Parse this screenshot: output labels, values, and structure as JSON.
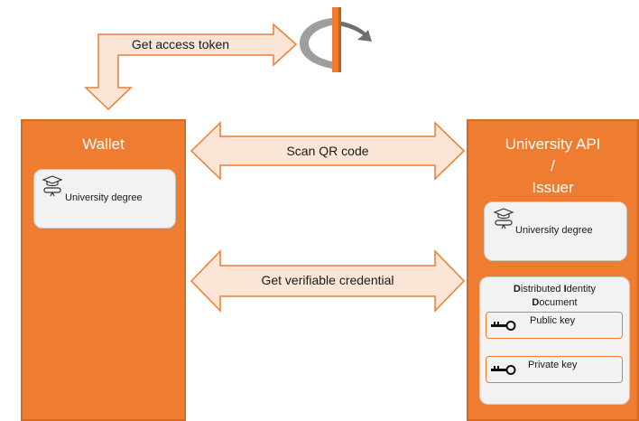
{
  "colors": {
    "accent": "#ee7d31",
    "card": "#f2f2f2",
    "arrow_fill": "#fbe5d6"
  },
  "top": {
    "access_token_label": "Get access token",
    "logo_icon": "openid-logo-icon"
  },
  "wallet": {
    "title": "Wallet",
    "card_label": "University degree"
  },
  "middle": {
    "scan_label": "Scan QR code",
    "credential_label": "Get verifiable credential"
  },
  "issuer": {
    "title_line1": "University API",
    "title_line2": "/",
    "title_line3": "Issuer",
    "card_label": "University degree",
    "did": {
      "word1_initial": "D",
      "word1_rest": "istributed ",
      "word2_initial": "I",
      "word2_rest": "dentity",
      "word3_initial": "D",
      "word3_rest": "ocument",
      "public_key": "Public key",
      "private_key": "Private key"
    }
  }
}
